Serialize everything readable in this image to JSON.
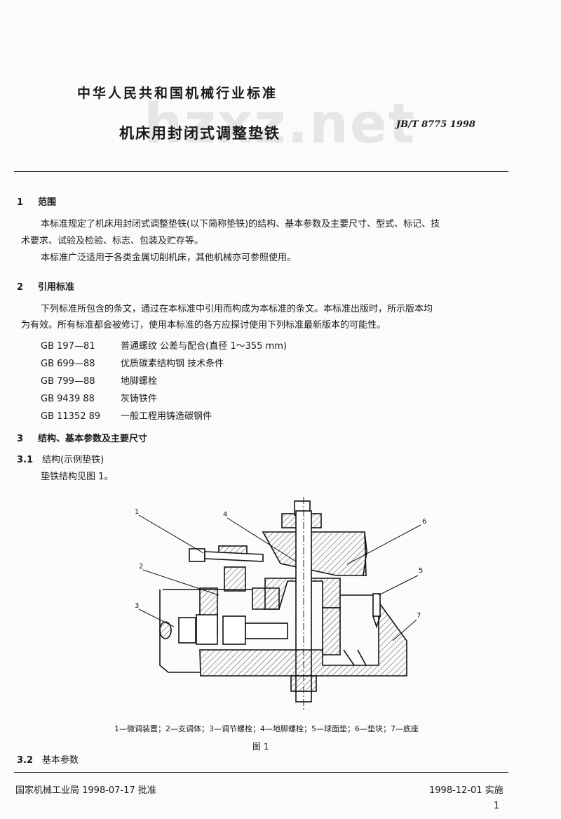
{
  "watermark": "hzxz.net",
  "header": {
    "standard_title": "中华人民共和国机械行业标准",
    "document_title": "机床用封闭式调整垫铁",
    "standard_code": "JB/T 8775   1998"
  },
  "sections": {
    "s1": {
      "num": "1",
      "title": "范围",
      "p1": "本标准规定了机床用封闭式调整垫铁(以下简称垫铁)的结构、基本参数及主要尺寸、型式、标记、技",
      "p1b": "术要求、试验及检验、标志、包装及贮存等。",
      "p2": "本标准广泛适用于各类金属切削机床，其他机械亦可参照使用。"
    },
    "s2": {
      "num": "2",
      "title": "引用标准",
      "p1": "下列标准所包含的条文，通过在本标准中引用而构成为本标准的条文。本标准出版时，所示版本均",
      "p1b": "为有效。所有标准都会被修订，使用本标准的各方应探讨使用下列标准最新版本的可能性。",
      "refs": [
        {
          "code": "GB 197—81",
          "name": "普通螺纹   公差与配合(直径 1～355 mm)"
        },
        {
          "code": "GB 699—88",
          "name": "优质碳素结构钢   技术条件"
        },
        {
          "code": "GB 799—88",
          "name": "地脚螺栓"
        },
        {
          "code": "GB 9439   88",
          "name": "灰铸铁件"
        },
        {
          "code": "GB 11352   89",
          "name": "一般工程用铸造碳钢件"
        }
      ]
    },
    "s3": {
      "num": "3",
      "title": "结构、基本参数及主要尺寸",
      "s31_num": "3.1",
      "s31_title": "结构(示例垫铁)",
      "s31_p": "垫铁结构见图 1。",
      "s32_num": "3.2",
      "s32_title": "基本参数"
    }
  },
  "figure": {
    "callouts": [
      "1",
      "2",
      "3",
      "4",
      "5",
      "6",
      "7"
    ],
    "caption": "1—微调装置；2—支调体；3—调节螺栓；4—地脚螺栓；5—球面垫；6—垫块；7—底座",
    "label": "图 1"
  },
  "footer": {
    "approval": "国家机械工业局 1998-07-17 批准",
    "implementation": "1998-12-01 实施",
    "page": "1"
  }
}
